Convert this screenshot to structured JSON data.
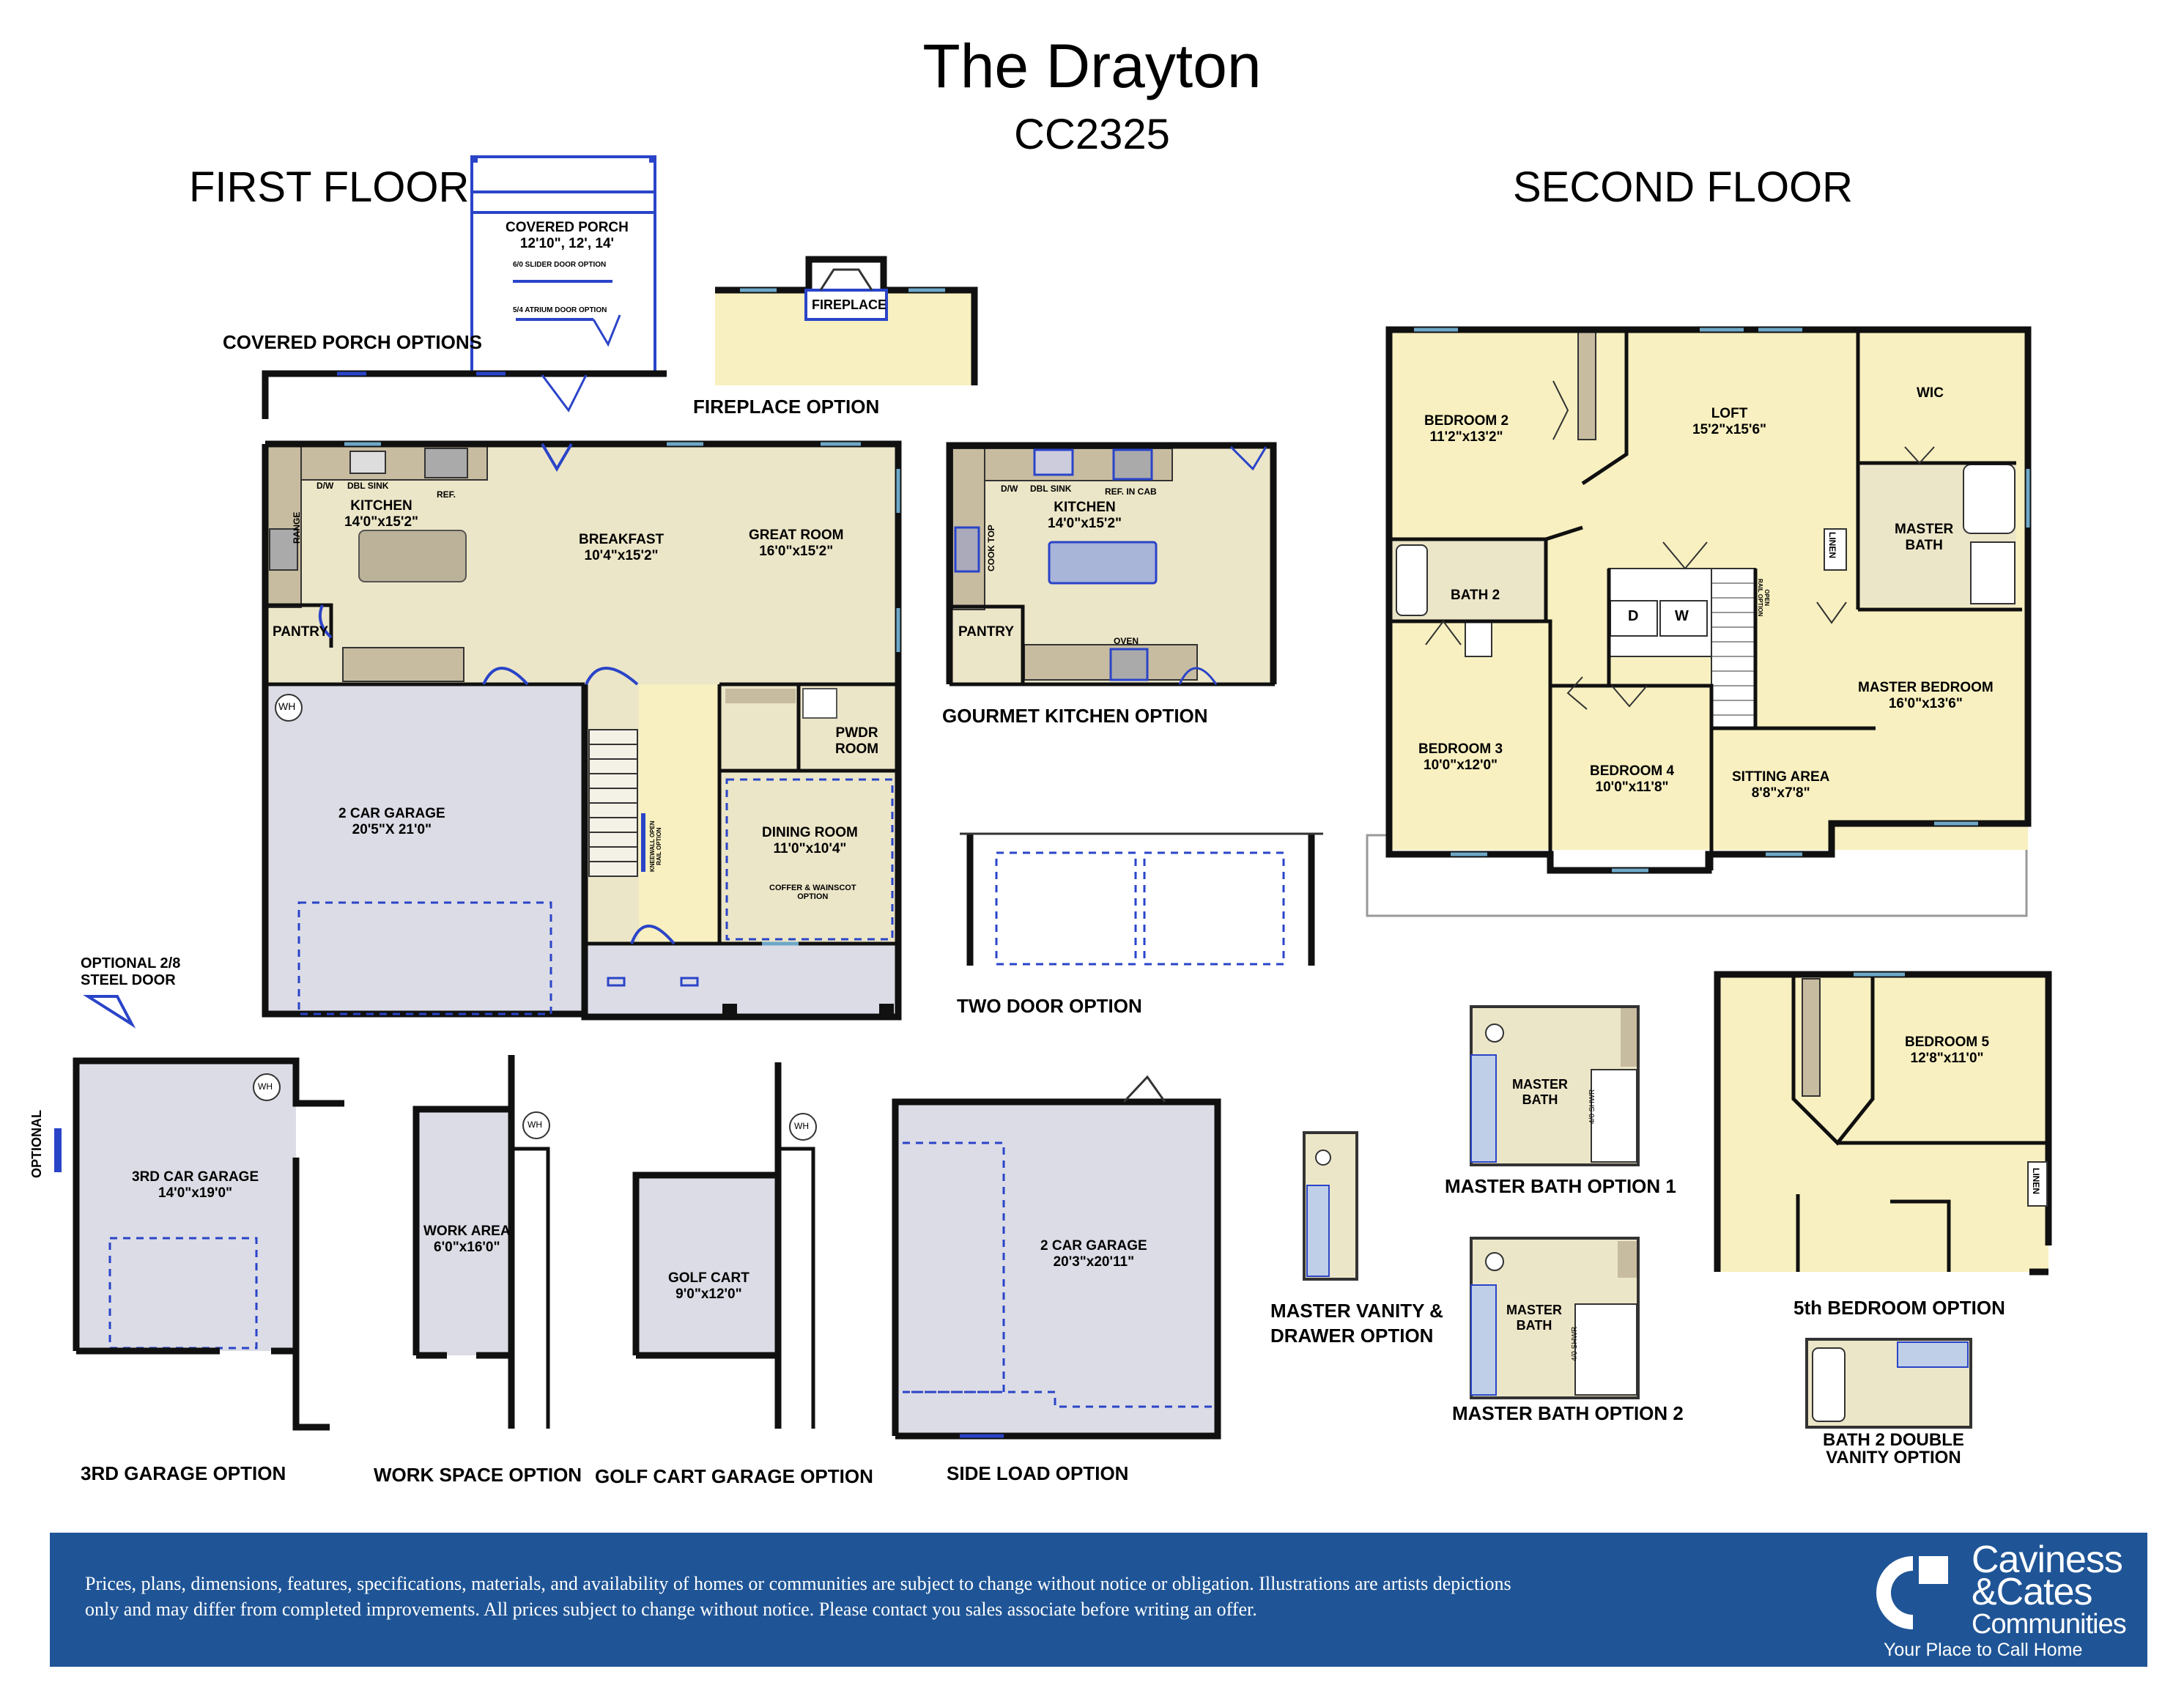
{
  "header": {
    "title": "The Drayton",
    "plan_code": "CC2325"
  },
  "first_floor": {
    "heading": "FIRST FLOOR",
    "rooms": {
      "kitchen": "KITCHEN\n14'0\"x15'2\"",
      "breakfast": "BREAKFAST\n10'4\"x15'2\"",
      "great_room": "GREAT ROOM\n16'0\"x15'2\"",
      "pantry": "PANTRY",
      "garage": "2 CAR GARAGE\n20'5\"X 21'0\"",
      "pwdr": "PWDR\nROOM",
      "dining": "DINING ROOM\n11'0\"x10'4\"",
      "coffer": "COFFER & WAINSCOT\nOPTION",
      "wh": "WH",
      "dw": "D/W",
      "dbl_sink": "DBL SINK",
      "ref": "REF.",
      "range": "RANGE",
      "rail": "KNEEWALL OPEN\nRAIL OPTION"
    }
  },
  "second_floor": {
    "heading": "SECOND FLOOR",
    "rooms": {
      "bedroom2": "BEDROOM 2\n11'2\"x13'2\"",
      "loft": "LOFT\n15'2\"x15'6\"",
      "wic": "WIC",
      "master_bath": "MASTER\nBATH",
      "linen": "LINEN",
      "bath2": "BATH 2",
      "d": "D",
      "w": "W",
      "master_bedroom": "MASTER BEDROOM\n16'0\"x13'6\"",
      "bedroom3": "BEDROOM 3\n10'0\"x12'0\"",
      "bedroom4": "BEDROOM 4\n10'0\"x11'8\"",
      "sitting": "SITTING AREA\n8'8\"x7'8\"",
      "open_rail": "OPEN\nRAIL OPTION"
    }
  },
  "options": {
    "covered_porch": {
      "caption": "COVERED PORCH OPTIONS",
      "label": "COVERED PORCH\n12'10\", 12', 14'",
      "slider": "6/0 SLIDER DOOR OPTION",
      "atrium": "5/4 ATRIUM DOOR OPTION"
    },
    "fireplace": {
      "caption": "FIREPLACE OPTION",
      "label": "FIREPLACE"
    },
    "gourmet": {
      "caption": "GOURMET KITCHEN OPTION",
      "kitchen": "KITCHEN\n14'0\"x15'2\"",
      "pantry": "PANTRY",
      "dw": "D/W",
      "dbl_sink": "DBL SINK",
      "ref_cab": "REF. IN CAB",
      "cook_top": "COOK TOP",
      "oven": "OVEN"
    },
    "two_door": {
      "caption": "TWO DOOR OPTION"
    },
    "steel_door": {
      "caption": "OPTIONAL 2/8\nSTEEL DOOR"
    },
    "third_garage": {
      "caption": "3RD GARAGE OPTION",
      "label": "3RD CAR GARAGE\n14'0\"x19'0\"",
      "optional": "OPTIONAL",
      "wh": "WH"
    },
    "work_space": {
      "caption": "WORK SPACE OPTION",
      "label": "WORK AREA\n6'0\"x16'0\"",
      "wh": "WH"
    },
    "golf_cart": {
      "caption": "GOLF CART GARAGE OPTION",
      "label": "GOLF CART\n9'0\"x12'0\"",
      "wh": "WH"
    },
    "side_load": {
      "caption": "SIDE LOAD OPTION",
      "label": "2 CAR GARAGE\n20'3\"x20'11\""
    },
    "master_vanity": {
      "caption": "MASTER VANITY &\nDRAWER OPTION"
    },
    "master_bath_1": {
      "caption": "MASTER BATH OPTION 1",
      "label": "MASTER\nBATH",
      "shower": "4/0 SHWR"
    },
    "master_bath_2": {
      "caption": "MASTER BATH OPTION 2",
      "label": "MASTER\nBATH",
      "shower": "4/0 SHWR"
    },
    "bedroom5": {
      "caption": "5th BEDROOM OPTION",
      "label": "BEDROOM 5\n12'8\"x11'0\"",
      "linen": "LINEN"
    },
    "bath2_double": {
      "caption": "BATH 2 DOUBLE\nVANITY OPTION"
    }
  },
  "footer": {
    "disclaimer": "Prices, plans, dimensions, features, specifications, materials, and availability of homes or communities are subject to change without notice or obligation. Illustrations are artists depictions only and may differ from completed improvements. All prices subject to change without notice. Please contact you sales associate before writing an offer.",
    "logo_line1": "Caviness",
    "logo_line2": "&Cates",
    "logo_line3": "Communities",
    "tagline": "Your Place to Call Home"
  },
  "colors": {
    "floor": "#ece6c8",
    "bedroom": "#f8f0c0",
    "garage": "#dcdce6",
    "wall": "#101010",
    "accent": "#2a44c8",
    "footer": "#1f5596"
  }
}
